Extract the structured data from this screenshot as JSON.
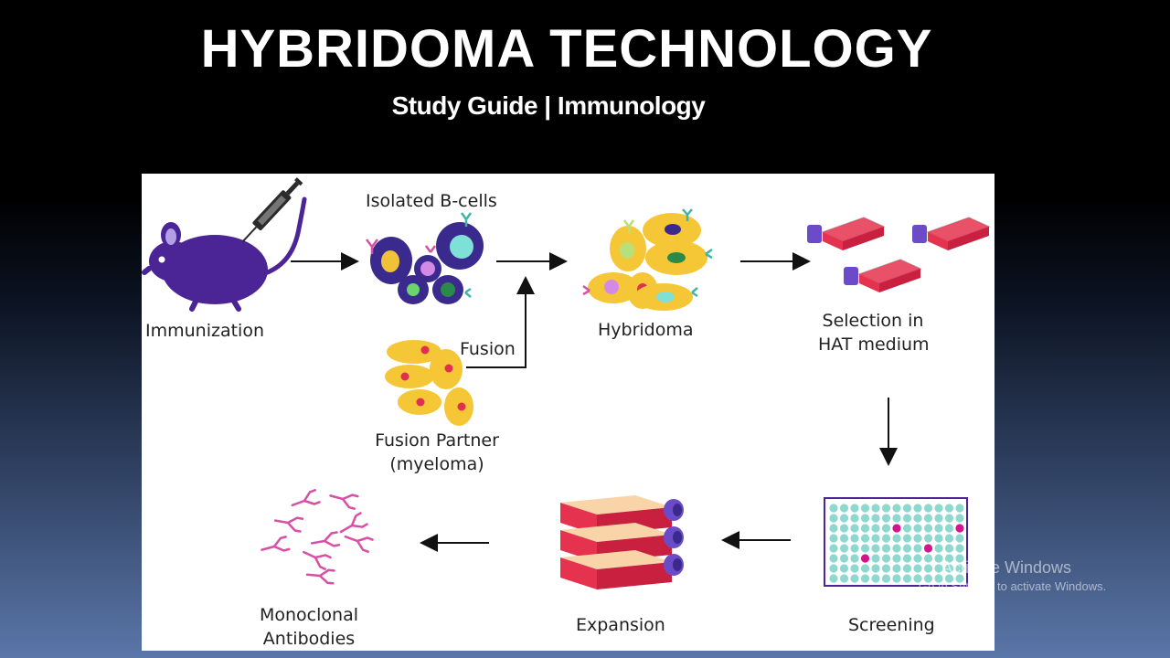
{
  "header": {
    "title": "HYBRIDOMA TECHNOLOGY",
    "subtitle": "Study Guide | Immunology"
  },
  "diagram": {
    "steps": {
      "immunization": "Immunization",
      "isolated_b_cells": "Isolated B-cells",
      "fusion": "Fusion",
      "fusion_partner": "Fusion Partner",
      "fusion_partner_sub": "(myeloma)",
      "hybridoma": "Hybridoma",
      "selection_line1": "Selection in",
      "selection_line2": "HAT medium",
      "screening": "Screening",
      "expansion": "Expansion",
      "monoclonal_line1": "Monoclonal",
      "monoclonal_line2": "Antibodies"
    },
    "colors": {
      "mouse": "#4b2596",
      "b_cell_dark": "#3b2a8e",
      "myeloma": "#f5c636",
      "flask_red": "#e5324f",
      "flask_cap": "#6b4bc8",
      "antibody": "#d84fa6",
      "well": "#8fd8cf"
    }
  },
  "watermark": {
    "line1": "Activate Windows",
    "line2": "Go to Settings to activate Windows."
  }
}
